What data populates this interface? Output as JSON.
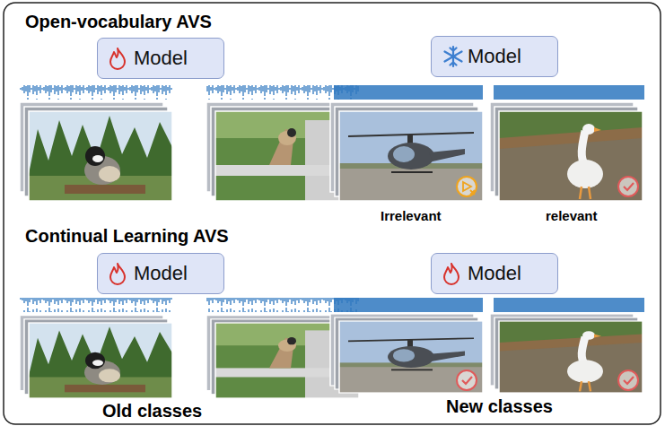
{
  "diagram": {
    "nodes": [
      {
        "text": [
          "Model"
        ]
      },
      {
        "text": [
          "Model"
        ]
      },
      {
        "text": [
          "Model"
        ]
      },
      {
        "text": [
          "Model"
        ]
      }
    ],
    "labels": [
      "Open-vocabulary AVS",
      "Irrelevant",
      "relevant",
      "Continual Learning AVS",
      "Old classes",
      "New classes"
    ]
  }
}
